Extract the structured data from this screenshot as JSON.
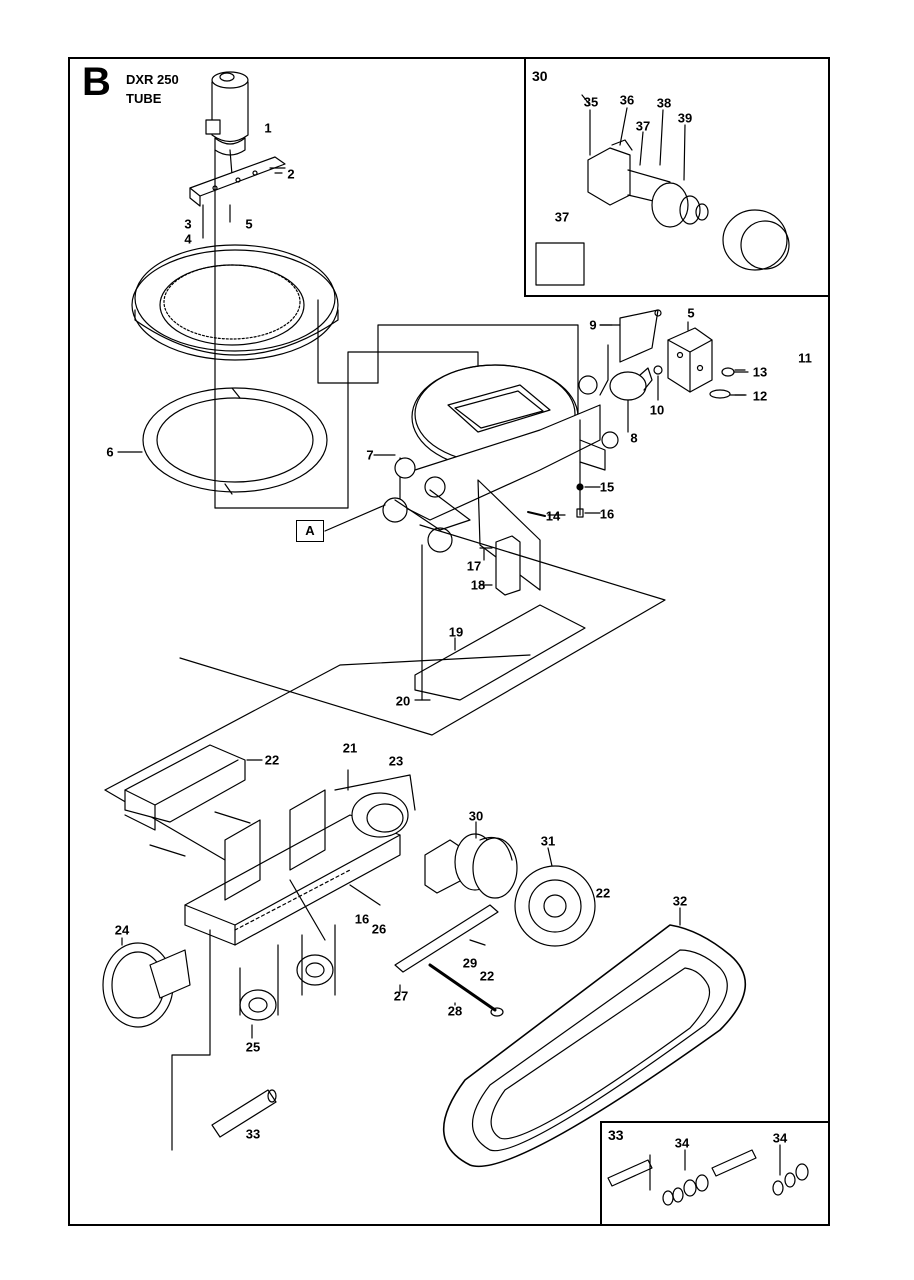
{
  "header": {
    "section_letter": "B",
    "model": "DXR 250",
    "subtitle": "TUBE"
  },
  "reference_box": "A",
  "insets": {
    "inset_30": {
      "label": "30"
    },
    "inset_33": {
      "label": "33"
    }
  },
  "callouts": {
    "c1": "1",
    "c2": "2",
    "c3": "3",
    "c4": "4",
    "c5a": "5",
    "c5b": "5",
    "c6": "6",
    "c7": "7",
    "c8": "8",
    "c9": "9",
    "c10": "10",
    "c11": "11",
    "c12": "12",
    "c13": "13",
    "c14": "14",
    "c15": "15",
    "c16a": "16",
    "c16b": "16",
    "c17": "17",
    "c18": "18",
    "c19": "19",
    "c20": "20",
    "c21": "21",
    "c22a": "22",
    "c22b": "22",
    "c22c": "22",
    "c23": "23",
    "c24": "24",
    "c25": "25",
    "c26": "26",
    "c27": "27",
    "c28": "28",
    "c29": "29",
    "c30": "30",
    "c31": "31",
    "c32": "32",
    "c33": "33",
    "c34a": "34",
    "c34b": "34",
    "c35": "35",
    "c36": "36",
    "c37a": "37",
    "c37b": "37",
    "c38": "38",
    "c39": "39"
  }
}
